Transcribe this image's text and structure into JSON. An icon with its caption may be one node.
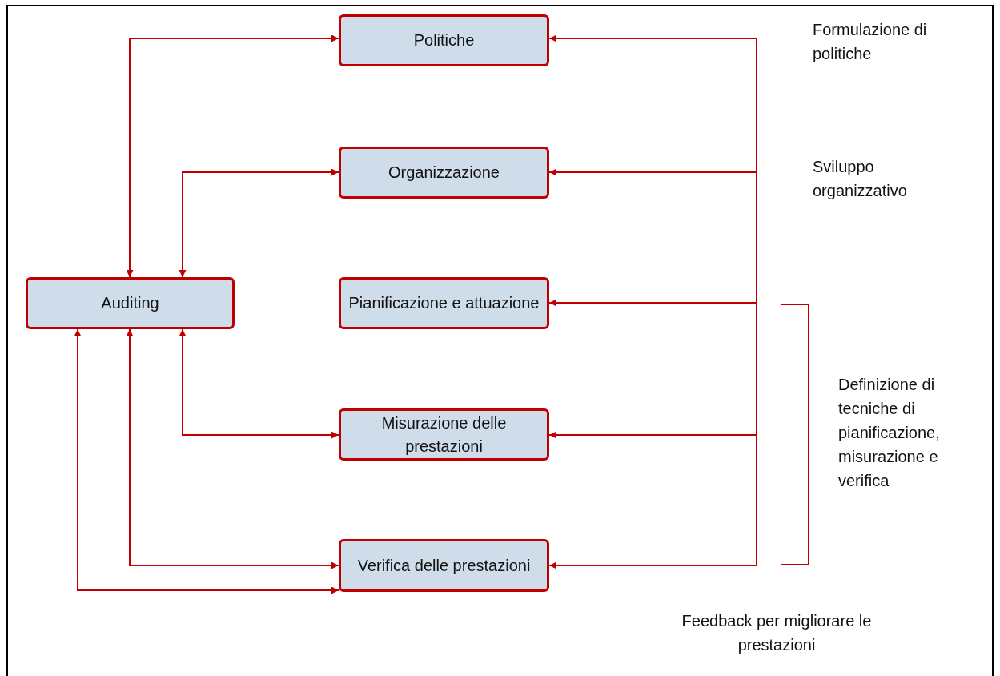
{
  "diagram": {
    "nodes": [
      {
        "text": [
          "Politiche"
        ]
      },
      {
        "text": [
          "Organizzazione"
        ]
      },
      {
        "text": [
          "Pianificazione e attuazione"
        ]
      },
      {
        "text": [
          "Misurazione delle prestazioni"
        ]
      },
      {
        "text": [
          "Verifica delle prestazioni"
        ]
      },
      {
        "text": [
          "Auditing"
        ]
      }
    ],
    "edges": [
      {
        "from": 5,
        "to": 0,
        "arrow": "both"
      },
      {
        "from": 5,
        "to": 1,
        "arrow": "both"
      },
      {
        "from": 5,
        "to": 3,
        "arrow": "both"
      },
      {
        "from": 5,
        "to": 4,
        "arrow": "both"
      },
      {
        "from": 5,
        "to": 4,
        "arrow": "both"
      },
      {
        "from": null,
        "to": 0,
        "arrow": "to"
      },
      {
        "from": null,
        "to": 1,
        "arrow": "to"
      },
      {
        "from": null,
        "to": 2,
        "arrow": "to"
      },
      {
        "from": null,
        "to": 3,
        "arrow": "to"
      },
      {
        "from": null,
        "to": 4,
        "arrow": "to"
      }
    ],
    "labels": [
      "Formulazione di politiche",
      "Sviluppo organizzativo",
      "Definizione di tecniche di pianificazione, misurazione e verifica",
      "Feedback per migliorare le prestazioni"
    ]
  }
}
